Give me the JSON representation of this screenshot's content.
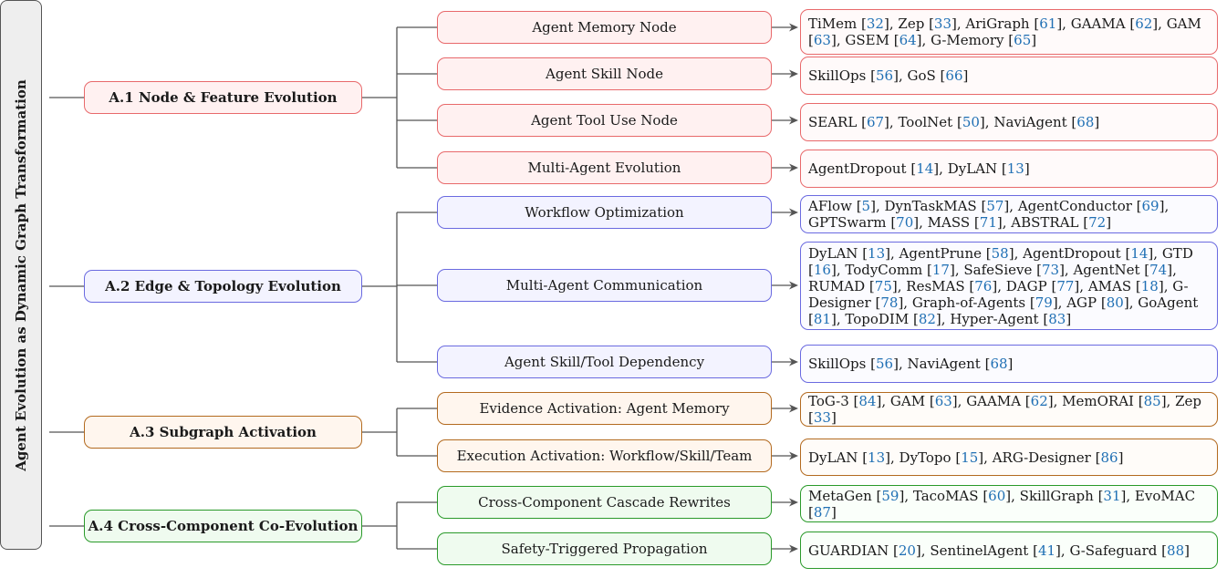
{
  "root": {
    "title": "Agent Evolution as Dynamic Graph Transformation"
  },
  "categories": [
    {
      "id": "a1",
      "label": "A.1 Node & Feature Evolution",
      "color": "red",
      "children": [
        {
          "label": "Agent Memory Node",
          "refs": [
            [
              "TiMem",
              "32"
            ],
            [
              "Zep",
              "33"
            ],
            [
              "AriGraph",
              "61"
            ],
            [
              "GAAMA",
              "62"
            ],
            [
              "GAM",
              "63"
            ],
            [
              "GSEM",
              "64"
            ],
            [
              "G-Memory",
              "65"
            ]
          ]
        },
        {
          "label": "Agent Skill Node",
          "refs": [
            [
              "SkillOps",
              "56"
            ],
            [
              "GoS",
              "66"
            ]
          ]
        },
        {
          "label": "Agent Tool Use Node",
          "refs": [
            [
              "SEARL",
              "67"
            ],
            [
              "ToolNet",
              "50"
            ],
            [
              "NaviAgent",
              "68"
            ]
          ]
        },
        {
          "label": "Multi-Agent Evolution",
          "refs": [
            [
              "AgentDropout",
              "14"
            ],
            [
              "DyLAN",
              "13"
            ]
          ]
        }
      ]
    },
    {
      "id": "a2",
      "label": "A.2 Edge & Topology Evolution",
      "color": "blue",
      "children": [
        {
          "label": "Workflow Optimization",
          "refs": [
            [
              "AFlow",
              "5"
            ],
            [
              "DynTaskMAS",
              "57"
            ],
            [
              "AgentConductor",
              "69"
            ],
            [
              "GPTSwarm",
              "70"
            ],
            [
              "MASS",
              "71"
            ],
            [
              "ABSTRAL",
              "72"
            ]
          ]
        },
        {
          "label": "Multi-Agent Communication",
          "refs": [
            [
              "DyLAN",
              "13"
            ],
            [
              "AgentPrune",
              "58"
            ],
            [
              "AgentDropout",
              "14"
            ],
            [
              "GTD",
              "16"
            ],
            [
              "TodyComm",
              "17"
            ],
            [
              "SafeSieve",
              "73"
            ],
            [
              "AgentNet",
              "74"
            ],
            [
              "RUMAD",
              "75"
            ],
            [
              "ResMAS",
              "76"
            ],
            [
              "DAGP",
              "77"
            ],
            [
              "AMAS",
              "18"
            ],
            [
              "G-Designer",
              "78"
            ],
            [
              "Graph-of-Agents",
              "79"
            ],
            [
              "AGP",
              "80"
            ],
            [
              "GoAgent",
              "81"
            ],
            [
              "TopoDIM",
              "82"
            ],
            [
              "Hyper-Agent",
              "83"
            ]
          ]
        },
        {
          "label": "Agent Skill/Tool Dependency",
          "refs": [
            [
              "SkillOps",
              "56"
            ],
            [
              "NaviAgent",
              "68"
            ]
          ]
        }
      ]
    },
    {
      "id": "a3",
      "label": "A.3 Subgraph Activation",
      "color": "orange",
      "children": [
        {
          "label": "Evidence Activation:  Agent Memory",
          "refs": [
            [
              "ToG-3",
              "84"
            ],
            [
              "GAM",
              "63"
            ],
            [
              "GAAMA",
              "62"
            ],
            [
              "MemORAI",
              "85"
            ],
            [
              "Zep",
              "33"
            ]
          ]
        },
        {
          "label": "Execution Activation:  Workflow/Skill/Team",
          "refs": [
            [
              "DyLAN",
              "13"
            ],
            [
              "DyTopo",
              "15"
            ],
            [
              "ARG-Designer",
              "86"
            ]
          ]
        }
      ]
    },
    {
      "id": "a4",
      "label": "A.4 Cross-Component Co-Evolution",
      "color": "green",
      "children": [
        {
          "label": "Cross-Component Cascade Rewrites",
          "refs": [
            [
              "MetaGen",
              "59"
            ],
            [
              "TacoMAS",
              "60"
            ],
            [
              "SkillGraph",
              "31"
            ],
            [
              "EvoMAC",
              "87"
            ]
          ]
        },
        {
          "label": "Safety-Triggered Propagation",
          "refs": [
            [
              "GUARDIAN",
              "20"
            ],
            [
              "SentinelAgent",
              "41"
            ],
            [
              "G-Safeguard",
              "88"
            ]
          ]
        }
      ]
    }
  ],
  "colors": {
    "red": "#e8696b",
    "blue": "#6a6ae0",
    "orange": "#b36a1f",
    "green": "#2a9a2a",
    "connector": "#555555"
  }
}
